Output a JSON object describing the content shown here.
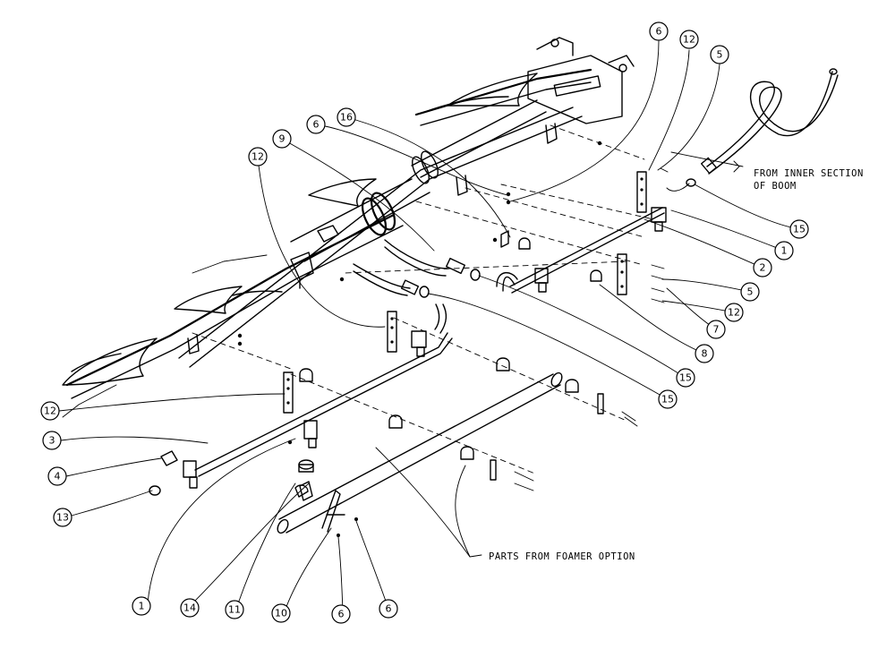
{
  "diagram": {
    "callouts": {
      "c1": "6",
      "c2": "12",
      "c3": "5",
      "c4": "16",
      "c5": "6",
      "c6": "9",
      "c7": "12",
      "c8": "15",
      "c9": "1",
      "c10": "2",
      "c11": "5",
      "c12": "12",
      "c13": "7",
      "c14": "8",
      "c15": "15",
      "c16": "15",
      "c17": "12",
      "c18": "3",
      "c19": "4",
      "c20": "13",
      "c21": "1",
      "c22": "14",
      "c23": "11",
      "c24": "10",
      "c25": "6",
      "c26": "6"
    },
    "notes": {
      "inner_line1": "FROM INNER SECTION",
      "inner_line2": "OF BOOM",
      "foamer": "PARTS FROM FOAMER OPTION"
    }
  }
}
